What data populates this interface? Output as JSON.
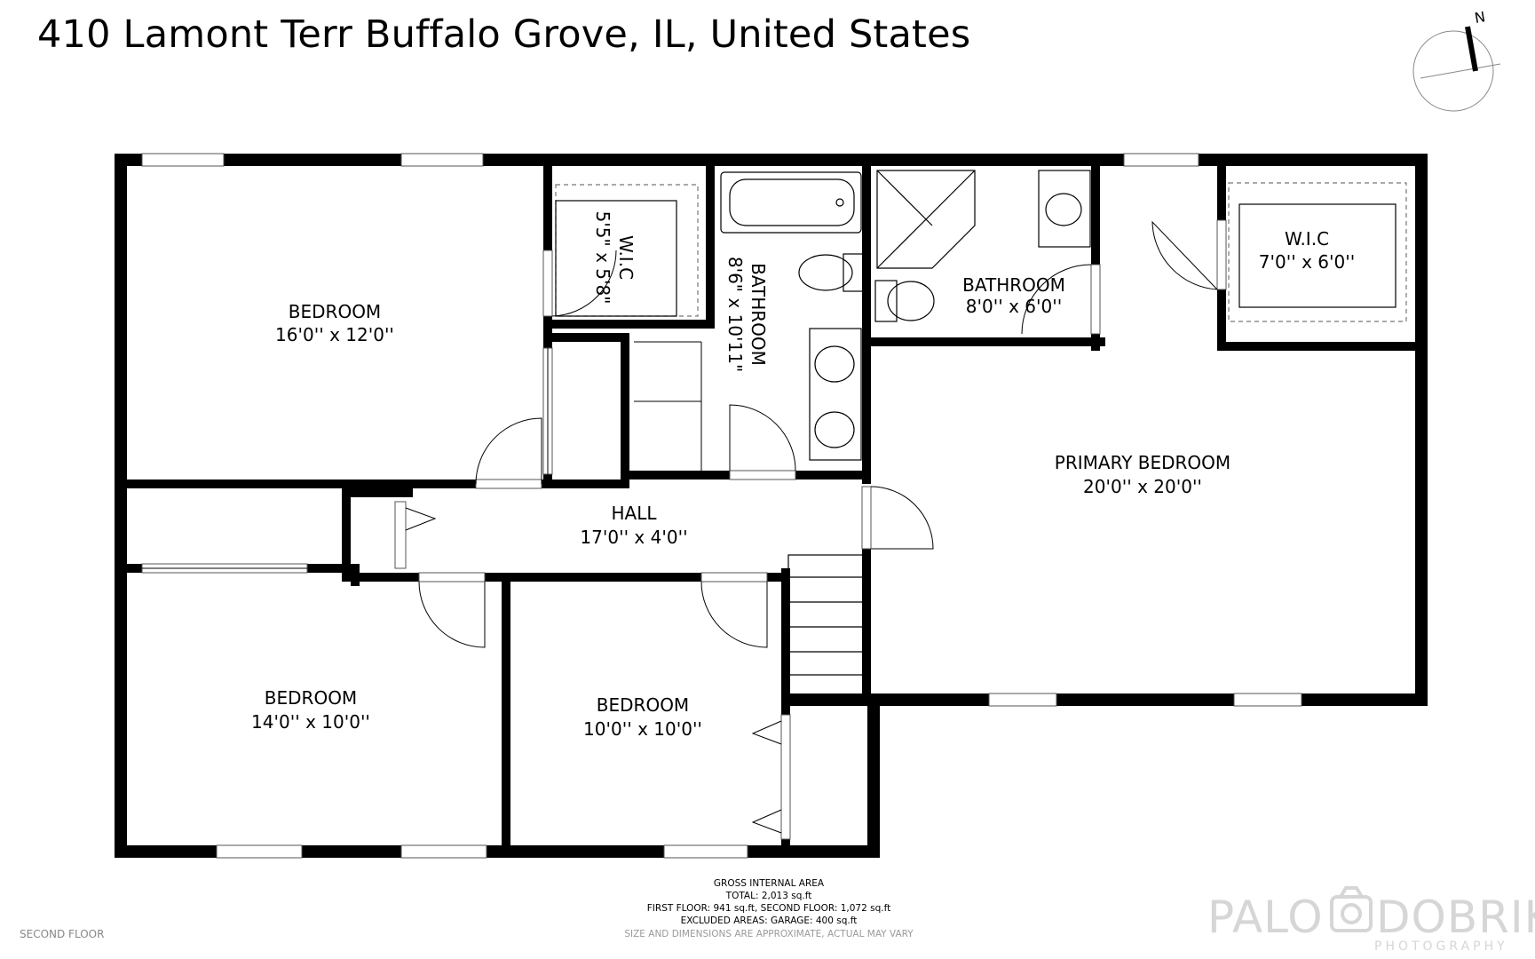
{
  "header": {
    "title": "410 Lamont Terr Buffalo Grove, IL, United States"
  },
  "compass": {
    "label": "N",
    "icon": "north-compass-icon"
  },
  "rooms": {
    "bedroom_nw": {
      "name": "BEDROOM",
      "dims": "16'0'' x 12'0''"
    },
    "wic_left": {
      "name": "W.I.C",
      "dims": "5'5\" x 5'8\""
    },
    "bathroom_main": {
      "name": "BATHROOM",
      "dims": "8'6\" x 10'11\""
    },
    "bathroom_primary": {
      "name": "BATHROOM",
      "dims": "8'0'' x 6'0''"
    },
    "wic_right": {
      "name": "W.I.C",
      "dims": "7'0'' x 6'0''"
    },
    "primary_bedroom": {
      "name": "PRIMARY BEDROOM",
      "dims": "20'0'' x 20'0''"
    },
    "hall": {
      "name": "HALL",
      "dims": "17'0'' x 4'0''"
    },
    "bedroom_sw": {
      "name": "BEDROOM",
      "dims": "14'0'' x 10'0''"
    },
    "bedroom_s": {
      "name": "BEDROOM",
      "dims": "10'0'' x 10'0''"
    }
  },
  "area_summary": {
    "heading": "GROSS INTERNAL AREA",
    "total": "TOTAL: 2,013 sq.ft",
    "floors": "FIRST FLOOR: 941 sq.ft, SECOND FLOOR: 1,072 sq.ft",
    "excluded": "EXCLUDED AREAS: GARAGE: 400 sq.ft",
    "disclaimer": "SIZE AND DIMENSIONS ARE APPROXIMATE, ACTUAL MAY VARY"
  },
  "floor_label": "SECOND FLOOR",
  "brand": {
    "left": "PALO",
    "right": "DOBRIK",
    "sub": "PHOTOGRAPHY"
  }
}
